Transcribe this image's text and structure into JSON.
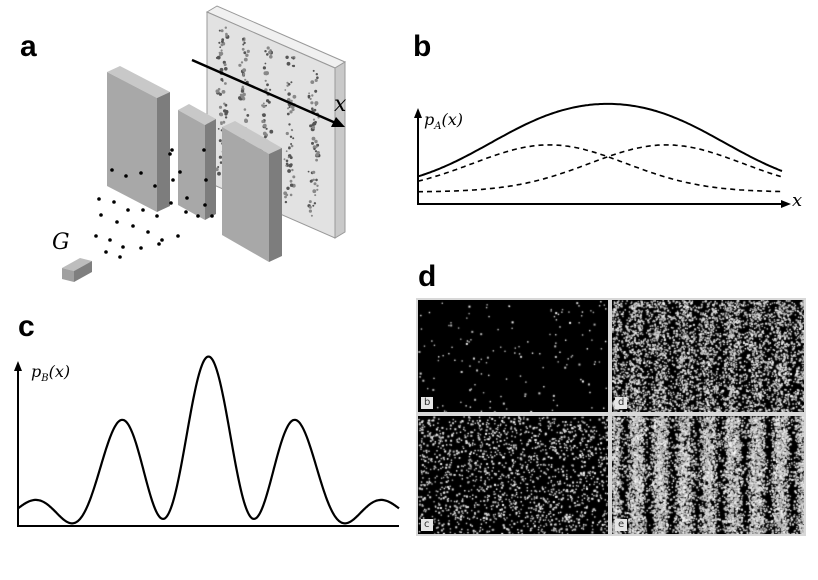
{
  "panels": {
    "a": {
      "label": "a",
      "source_label": "G",
      "axis_label": "x"
    },
    "b": {
      "label": "b",
      "curve_label": "p",
      "curve_label_sub": "A",
      "curve_label_arg": "(x)",
      "axis_label": "x"
    },
    "c": {
      "label": "c",
      "curve_label": "p",
      "curve_label_sub": "B",
      "curve_label_arg": "(x)"
    },
    "d": {
      "label": "d",
      "tiles": [
        {
          "label": "b",
          "dots": 150,
          "bands": 0
        },
        {
          "label": "d",
          "dots": 4500,
          "bands": 0.6
        },
        {
          "label": "c",
          "dots": 1700,
          "bands": 0.1
        },
        {
          "label": "e",
          "dots": 9000,
          "bands": 0.9
        }
      ]
    }
  },
  "colors": {
    "ink": "#000000",
    "slit_front": "#a8a8a8",
    "slit_side": "#7d7d7d",
    "slit_top": "#c8c8c8",
    "screen": "#e2e2e2",
    "tile_bg": "#000000"
  }
}
